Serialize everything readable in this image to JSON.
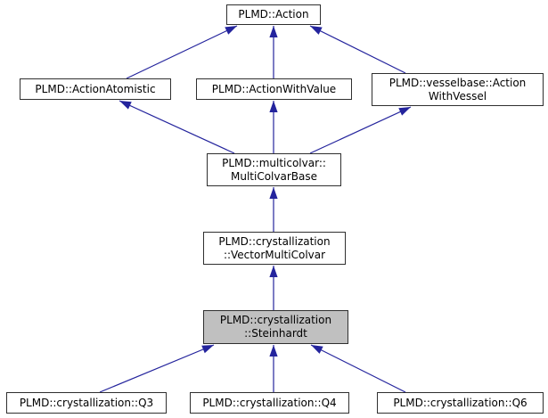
{
  "diagram": {
    "type": "class-inheritance-graph",
    "highlighted_node": "PLMD::crystallization::Steinhardt",
    "nodes": {
      "action": {
        "label": "PLMD::Action"
      },
      "atomistic": {
        "label": "PLMD::ActionAtomistic"
      },
      "withvalue": {
        "label": "PLMD::ActionWithValue"
      },
      "withvessel": {
        "line1": "PLMD::vesselbase::Action",
        "line2": "WithVessel"
      },
      "multicolvarbase": {
        "line1": "PLMD::multicolvar::",
        "line2": "MultiColvarBase"
      },
      "vectormulticolvar": {
        "line1": "PLMD::crystallization",
        "line2": "::VectorMultiColvar"
      },
      "steinhardt": {
        "line1": "PLMD::crystallization",
        "line2": "::Steinhardt"
      },
      "q3": {
        "label": "PLMD::crystallization::Q3"
      },
      "q4": {
        "label": "PLMD::crystallization::Q4"
      },
      "q6": {
        "label": "PLMD::crystallization::Q6"
      }
    },
    "edges": [
      {
        "from": "PLMD::ActionAtomistic",
        "to": "PLMD::Action"
      },
      {
        "from": "PLMD::ActionWithValue",
        "to": "PLMD::Action"
      },
      {
        "from": "PLMD::vesselbase::ActionWithVessel",
        "to": "PLMD::Action"
      },
      {
        "from": "PLMD::multicolvar::MultiColvarBase",
        "to": "PLMD::ActionAtomistic"
      },
      {
        "from": "PLMD::multicolvar::MultiColvarBase",
        "to": "PLMD::ActionWithValue"
      },
      {
        "from": "PLMD::multicolvar::MultiColvarBase",
        "to": "PLMD::vesselbase::ActionWithVessel"
      },
      {
        "from": "PLMD::crystallization::VectorMultiColvar",
        "to": "PLMD::multicolvar::MultiColvarBase"
      },
      {
        "from": "PLMD::crystallization::Steinhardt",
        "to": "PLMD::crystallization::VectorMultiColvar"
      },
      {
        "from": "PLMD::crystallization::Q3",
        "to": "PLMD::crystallization::Steinhardt"
      },
      {
        "from": "PLMD::crystallization::Q4",
        "to": "PLMD::crystallization::Steinhardt"
      },
      {
        "from": "PLMD::crystallization::Q6",
        "to": "PLMD::crystallization::Steinhardt"
      }
    ]
  },
  "colors": {
    "arrow_color": "#24249d",
    "node_border": "#2f2f2f",
    "node_fill": "#ffffff",
    "highlight_fill": "#c0c0c0",
    "text_color": "#000000"
  }
}
